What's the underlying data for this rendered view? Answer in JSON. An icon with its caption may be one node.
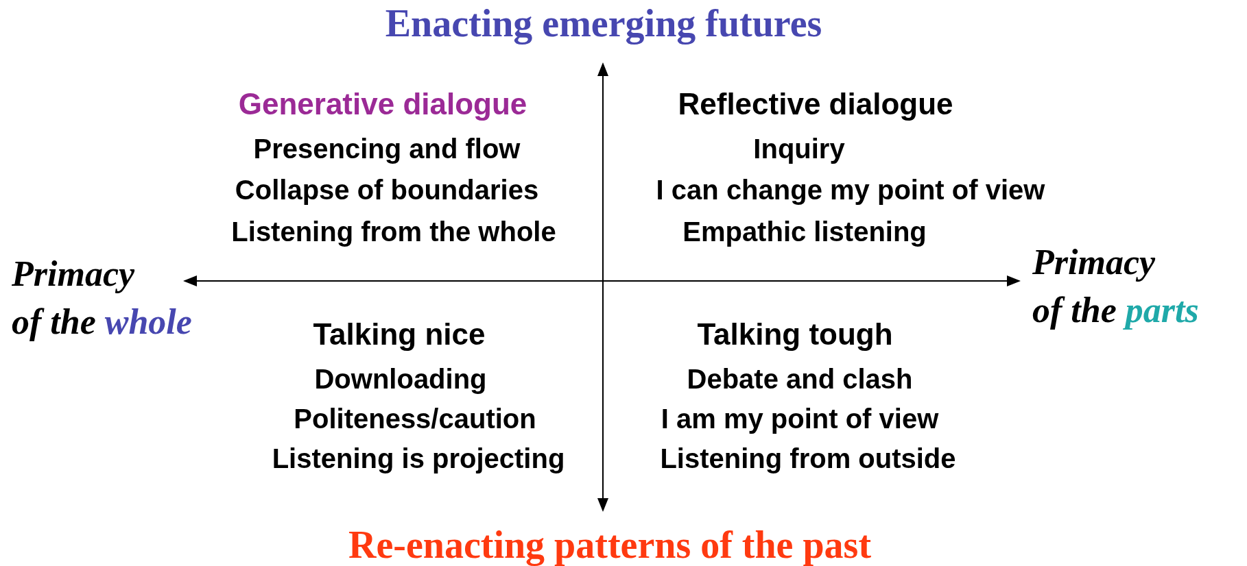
{
  "diagram": {
    "labels": [
      "Enacting emerging futures",
      "Generative dialogue",
      "Presencing and flow",
      "Collapse of boundaries",
      "Listening from the whole",
      "Reflective dialogue",
      "Inquiry",
      "I can change my point of view",
      "Empathic listening",
      "Primacy of the whole",
      "Primacy of the parts",
      "Talking nice",
      "Downloading",
      "Politeness/caution",
      "Listening is projecting",
      "Talking tough",
      "Debate and clash",
      "I am my point of view",
      "Listening from outside",
      "Re-enacting patterns of the past"
    ]
  }
}
